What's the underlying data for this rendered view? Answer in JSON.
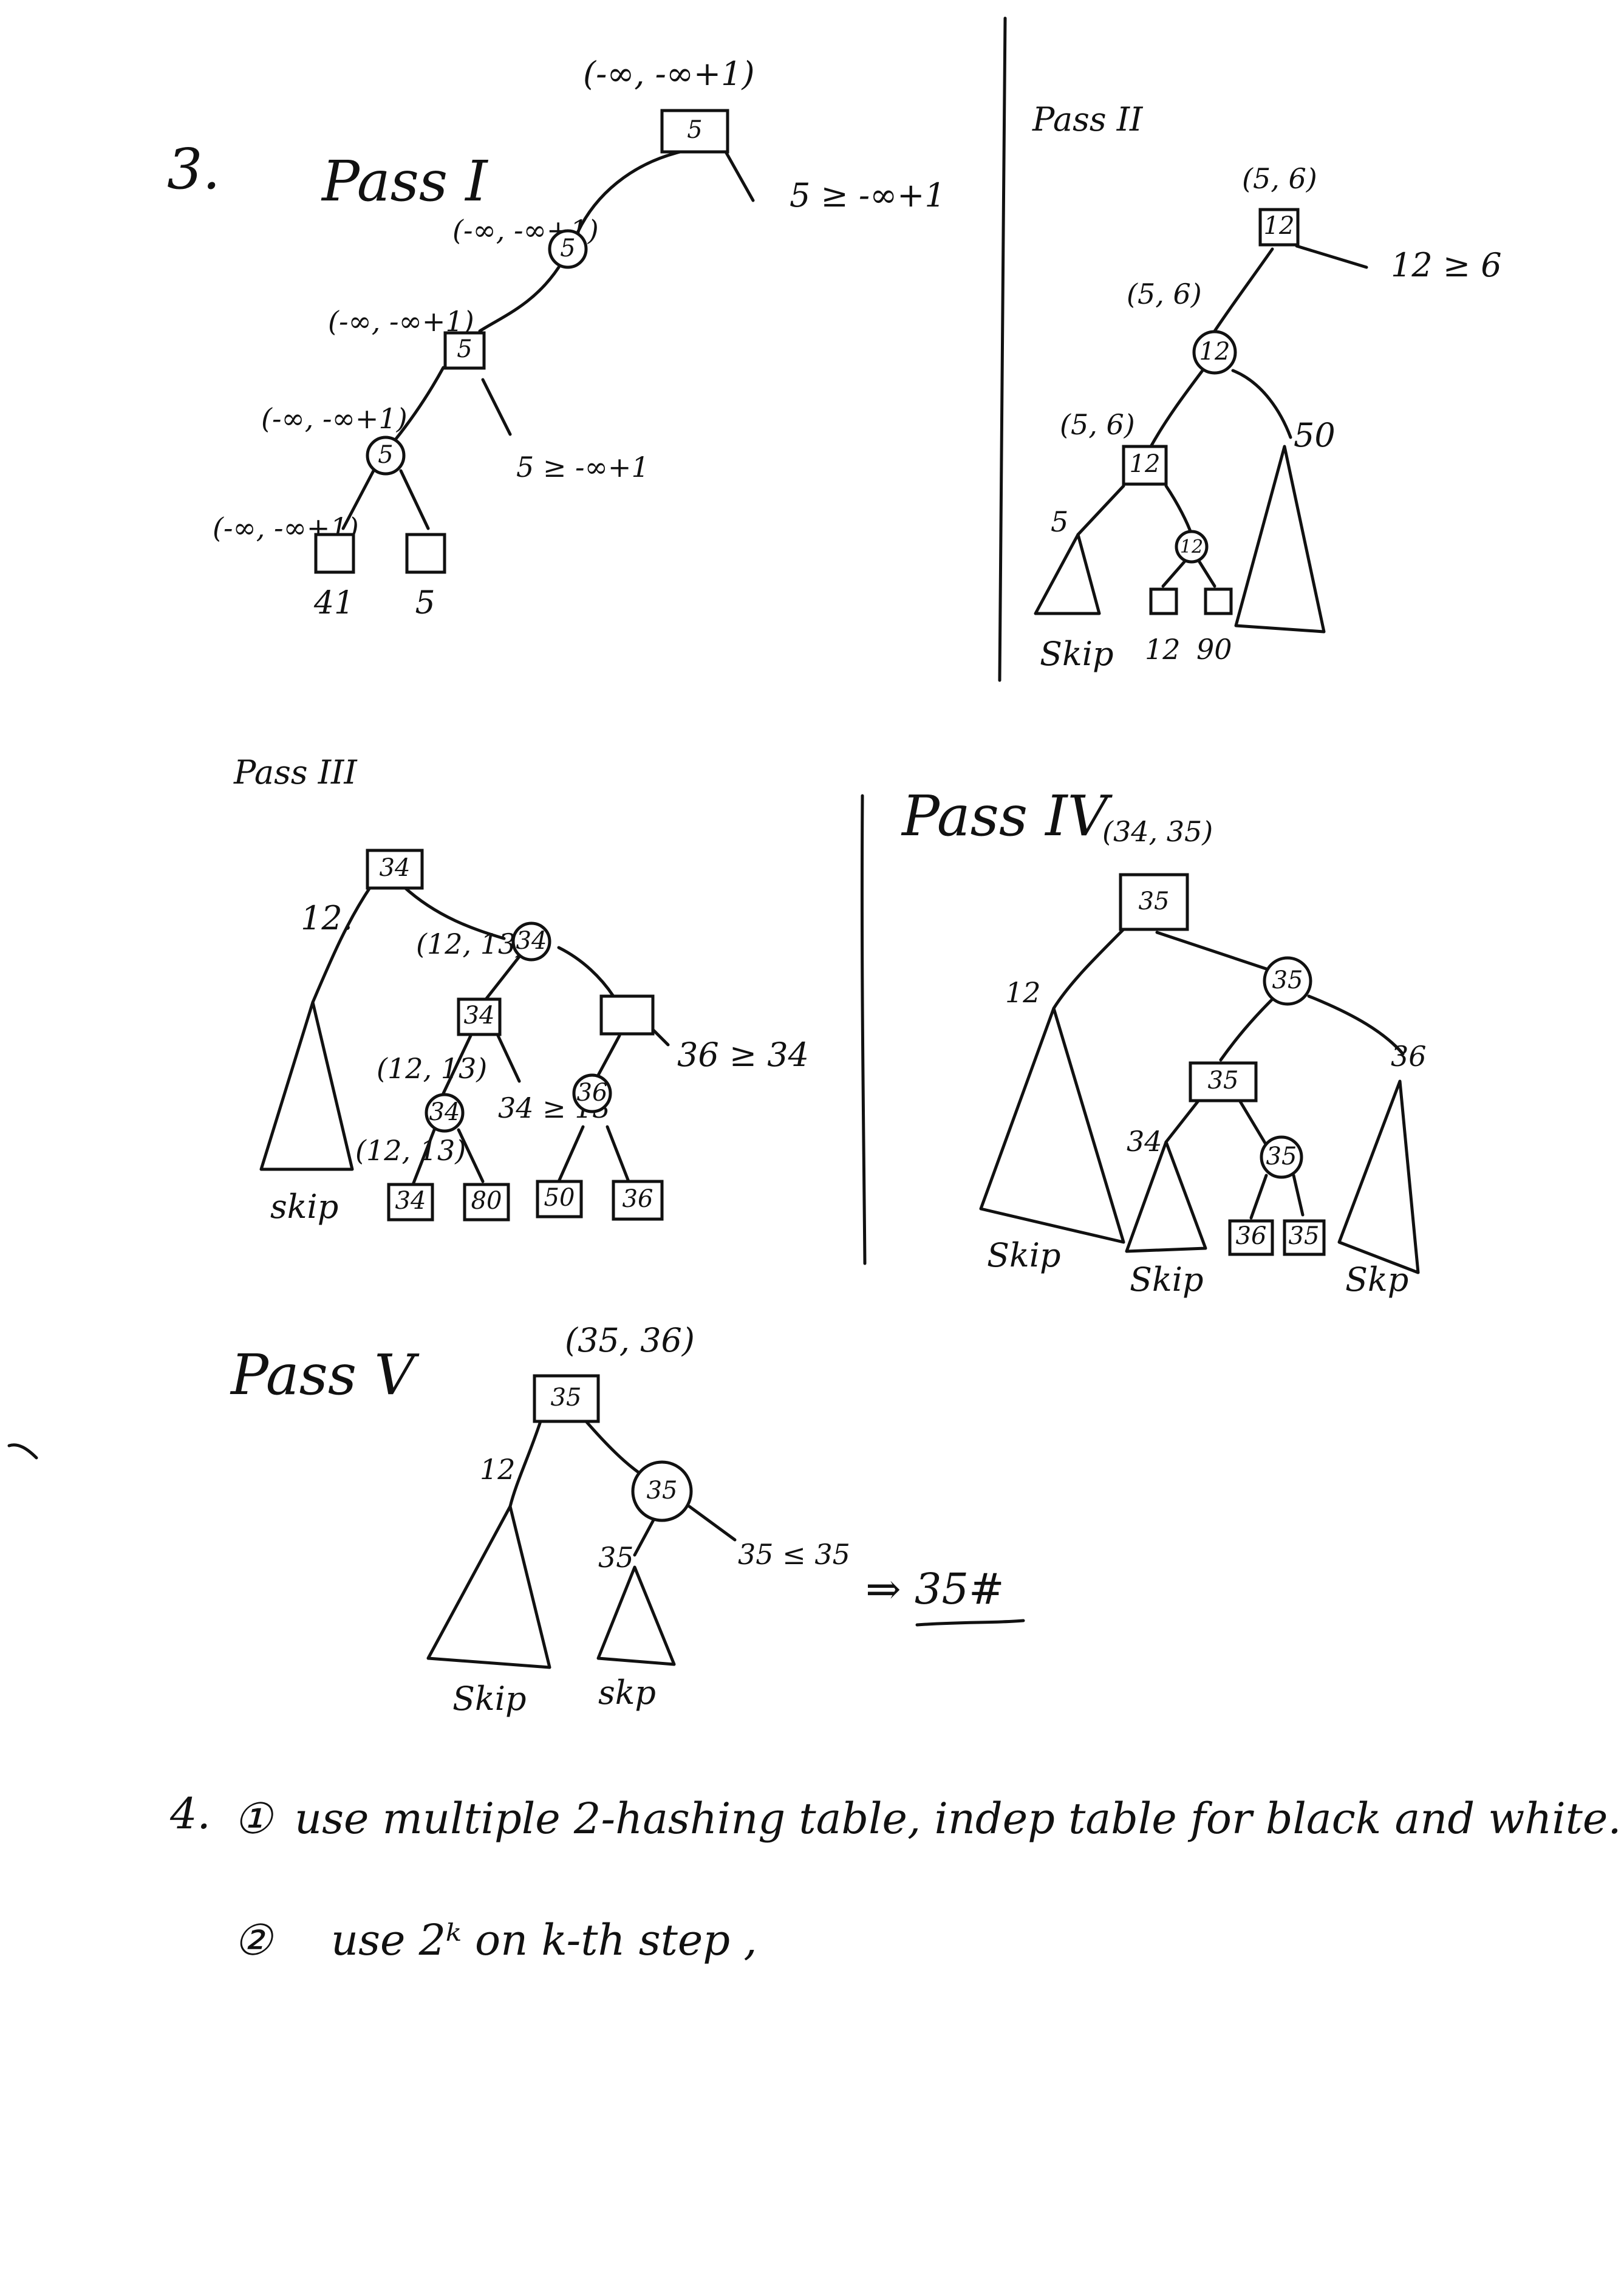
{
  "q3": {
    "number": "3.",
    "pass1": {
      "title": "Pass I",
      "root_window": "(-∞, -∞+1)",
      "root": "5",
      "root_cut": "5 ≥ -∞+1",
      "c1_window": "(-∞, -∞+1)",
      "c1": "5",
      "b_window": "(-∞, -∞+1)",
      "b": "5",
      "b_cut": "5 ≥ -∞+1",
      "c2_window": "(-∞, -∞+1)",
      "c2": "5",
      "c2_window2": "(-∞, -∞+1)",
      "leaf_left": "41",
      "leaf_right": "5"
    },
    "pass2": {
      "title": "Pass II",
      "root_window": "(5, 6)",
      "root": "12",
      "root_cut": "12 ≥ 6",
      "c_window": "(5, 6)",
      "c": "12",
      "right_val": "50",
      "b_window": "(5, 6)",
      "b": "12",
      "skip_val": "5",
      "c2": "12",
      "skip": "Skip",
      "leaf_left": "12",
      "leaf_right": "90"
    },
    "pass3": {
      "title": "Pass III",
      "root": "34",
      "left_val": "12.",
      "skip": "skip",
      "c_window": "(12, 13)",
      "c": "34",
      "b_left": "34",
      "b_right_cut": "36 ≥ 34",
      "bl_window": "(12, 13)",
      "cl": "34",
      "cr_note": "34 ≥ 13",
      "cr": "36",
      "cl_window": "(12, 13)",
      "leaves": [
        "34",
        "80",
        "50",
        "36"
      ]
    },
    "pass4": {
      "title": "Pass IV",
      "root_window": "(34, 35)",
      "root": "35",
      "left_val": "12",
      "c": "35",
      "right_val": "36",
      "b": "35",
      "sub_val": "34",
      "c2": "35",
      "leaves": [
        "36",
        "35"
      ],
      "skip_labels": [
        "Skip",
        "Skip",
        "Skp"
      ]
    },
    "pass5": {
      "title": "Pass V",
      "root_window": "(35, 36)",
      "root": "35",
      "left_val": "12",
      "c": "35",
      "sub_val": "35",
      "cut": "35 ≤ 35",
      "result": "⇒ 35#",
      "skip_labels": [
        "Skip",
        "skp"
      ]
    }
  },
  "q4": {
    "number": "4.",
    "item1_marker": "①",
    "item1": "use  multiple  2-hashing  table,  indep table for black and white.",
    "item2_marker": "②",
    "item2": "use  2ᵏ  on  k-th  step ,"
  }
}
